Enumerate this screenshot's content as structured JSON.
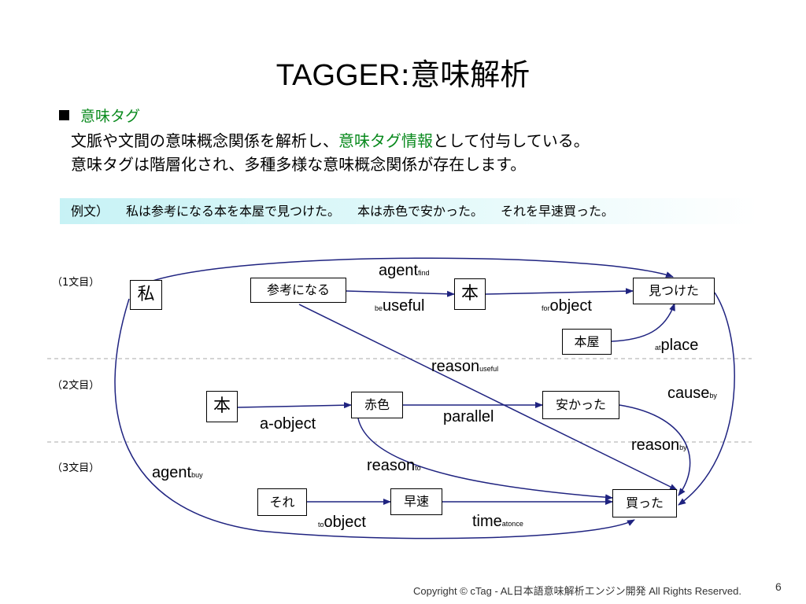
{
  "slide": {
    "title_en": "TAGGER",
    "title_colon": ":",
    "title_ja": "意味解析",
    "section_heading": "意味タグ",
    "line1_a": "文脈や文間の意味概念関係を解析し、",
    "line1_b": "意味タグ情報",
    "line1_c": "として付与している。",
    "line2": "意味タグは階層化され、多種多様な意味概念関係が存在します。",
    "example_label": "例文）",
    "example_s1": "私は参考になる本を本屋で見つけた。",
    "example_s2": "本は赤色で安かった。",
    "example_s3": "それを早速買った。",
    "footer": "Copyright © cTag - AL日本語意味解析エンジン開発 All Rights Reserved.",
    "page_number": "6"
  },
  "colors": {
    "heading_green": "#0a8a1e",
    "arrow_navy": "#1f2380",
    "dash_gray": "#aaaaaa"
  },
  "diagram": {
    "sentence_labels": [
      "（1文目）",
      "（2文目）",
      "（3文目）"
    ],
    "nodes": {
      "watashi": "私",
      "sankou": "参考になる",
      "hon1": "本",
      "mitsuketa": "見つけた",
      "honya": "本屋",
      "hon2": "本",
      "akairo": "赤色",
      "yasukatta": "安かった",
      "sore": "それ",
      "sassoku": "早速",
      "katta": "買った"
    },
    "relations": {
      "agent_find": {
        "main": "agent",
        "sub": "find"
      },
      "be_useful": {
        "pre": "be",
        "main": "useful"
      },
      "for_object": {
        "pre": "for",
        "main": "object"
      },
      "at_place": {
        "pre": "at",
        "main": "place"
      },
      "reason_useful": {
        "main": "reason",
        "sub": "useful"
      },
      "cause_by": {
        "main": "cause",
        "sub": "by"
      },
      "a_object": {
        "main": "a-object"
      },
      "parallel": {
        "main": "parallel"
      },
      "reason_by": {
        "main": "reason",
        "sub": "by"
      },
      "reason_to": {
        "main": "reason",
        "sub": "to"
      },
      "agent_buy": {
        "main": "agent",
        "sub": "buy"
      },
      "to_object": {
        "pre": "to",
        "main": "object"
      },
      "time_atonce": {
        "main": "time",
        "sub": "atonce"
      }
    }
  }
}
